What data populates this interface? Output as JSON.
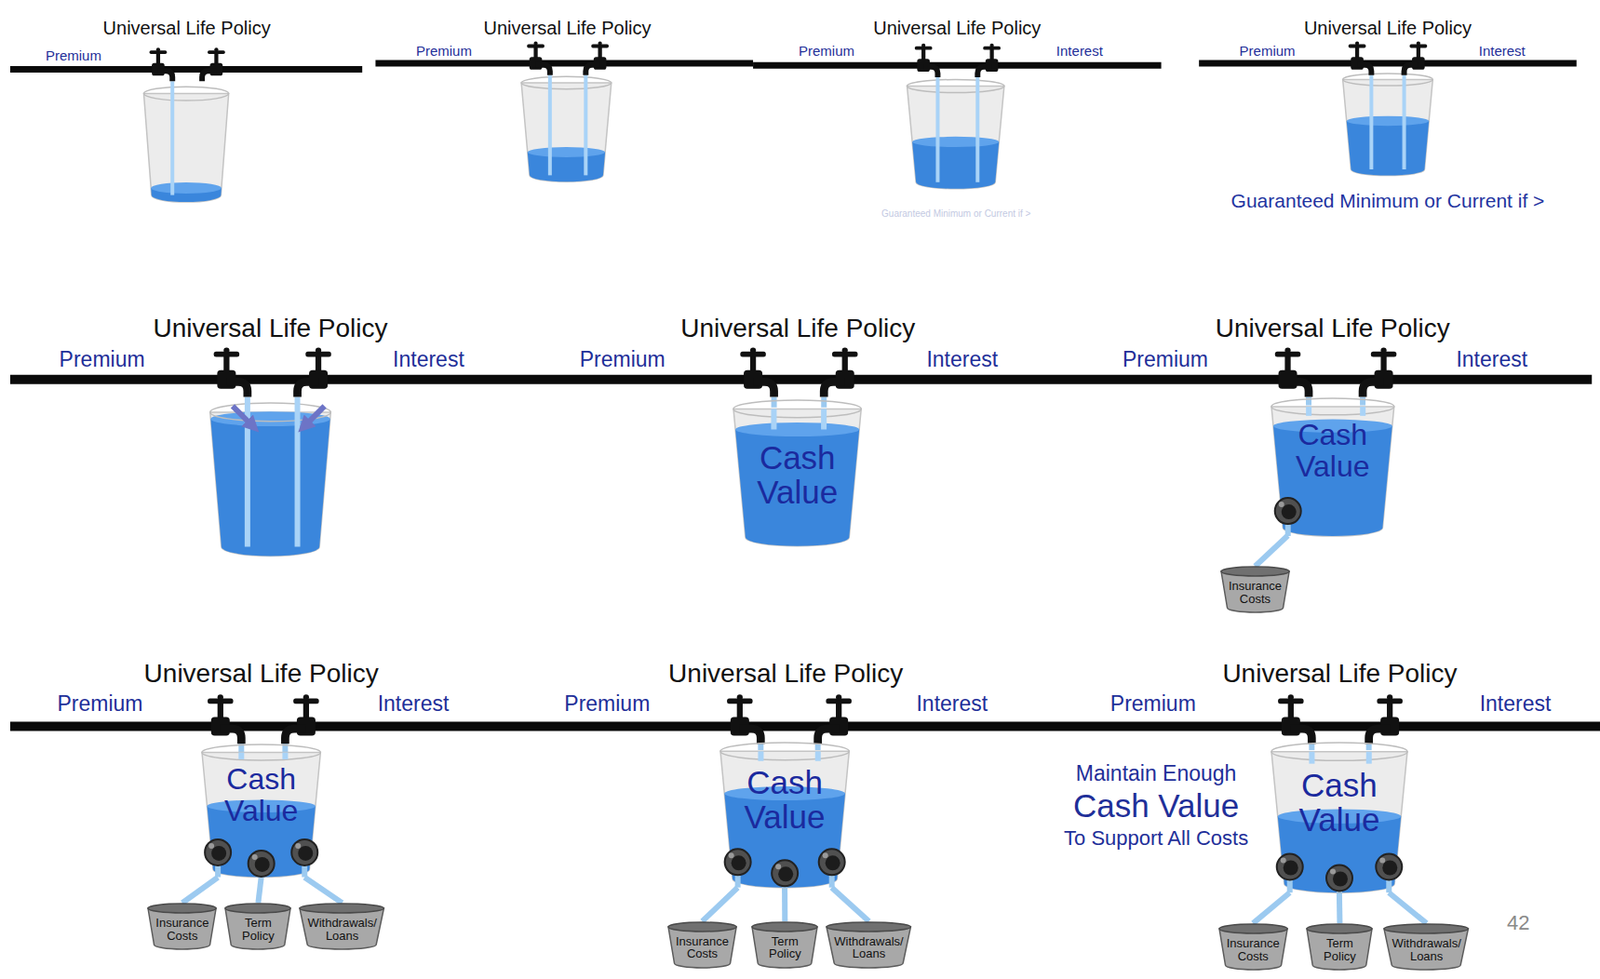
{
  "diagram": {
    "nodes": [
      {
        "text": [
          "Cash Value"
        ]
      },
      {
        "text": [
          "Cash Value"
        ]
      },
      {
        "text": [
          "Insurance Costs"
        ]
      },
      {
        "text": [
          "Cash Value"
        ]
      },
      {
        "text": [
          "Insurance Costs"
        ]
      },
      {
        "text": [
          "Term Policy"
        ]
      },
      {
        "text": [
          "Withdrawals/ Loans"
        ]
      },
      {
        "text": [
          "Cash Value"
        ]
      },
      {
        "text": [
          "Insurance Costs"
        ]
      },
      {
        "text": [
          "Term Policy"
        ]
      },
      {
        "text": [
          "Withdrawals/ Loans"
        ]
      },
      {
        "text": [
          "Cash Value"
        ]
      },
      {
        "text": [
          "Insurance Costs"
        ]
      },
      {
        "text": [
          "Term Policy"
        ]
      },
      {
        "text": [
          "Withdrawals/ Loans"
        ]
      }
    ],
    "edges": [
      {
        "from": 1,
        "to": 2,
        "arrow": "none"
      },
      {
        "from": 3,
        "to": 4,
        "arrow": "none"
      },
      {
        "from": 3,
        "to": 5,
        "arrow": "none"
      },
      {
        "from": 3,
        "to": 6,
        "arrow": "none"
      },
      {
        "from": 7,
        "to": 8,
        "arrow": "none"
      },
      {
        "from": 7,
        "to": 9,
        "arrow": "none"
      },
      {
        "from": 7,
        "to": 10,
        "arrow": "none"
      },
      {
        "from": 11,
        "to": 12,
        "arrow": "none"
      },
      {
        "from": 11,
        "to": 13,
        "arrow": "none"
      },
      {
        "from": 11,
        "to": 14,
        "arrow": "none"
      }
    ],
    "labels": [
      "Universal Life Policy",
      "Premium",
      "Universal Life Policy",
      "Premium",
      "Universal Life Policy",
      "Premium",
      "Interest",
      "Guaranteed Minimum or Current if >",
      "Universal Life Policy",
      "Premium",
      "Interest",
      "Guaranteed Minimum or Current if >",
      "Universal Life Policy",
      "Premium",
      "Interest",
      "Universal Life Policy",
      "Premium",
      "Interest",
      "Universal Life Policy",
      "Premium",
      "Interest",
      "Universal Life Policy",
      "Premium",
      "Interest",
      "Universal Life Policy",
      "Premium",
      "Interest",
      "Universal Life Policy",
      "Premium",
      "Interest",
      "Maintain Enough",
      "Cash Value",
      "To Support All Costs",
      "42"
    ]
  }
}
